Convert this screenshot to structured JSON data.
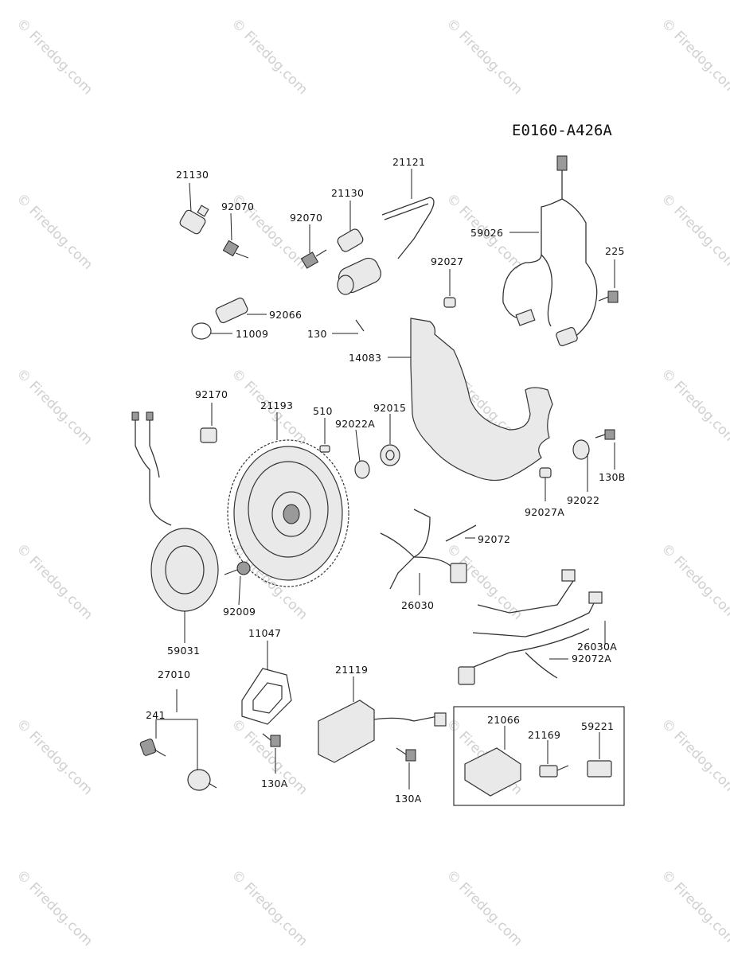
{
  "diagram_code": "E0160-A426A",
  "watermark_text": "© Firedog.com",
  "labels": {
    "p21130a": "21130",
    "p92070a": "92070",
    "p92070b": "92070",
    "p21130b": "21130",
    "p21121": "21121",
    "p59026": "59026",
    "p225": "225",
    "p92027": "92027",
    "p92066": "92066",
    "p11009": "11009",
    "p130": "130",
    "p14083": "14083",
    "p92170": "92170",
    "p21193": "21193",
    "p510": "510",
    "p92022A": "92022A",
    "p92015": "92015",
    "p130B": "130B",
    "p92022": "92022",
    "p92027A": "92027A",
    "p92072": "92072",
    "p26030": "26030",
    "p92009": "92009",
    "p59031": "59031",
    "p26030A": "26030A",
    "p92072A": "92072A",
    "p11047": "11047",
    "p27010": "27010",
    "p21119": "21119",
    "p241": "241",
    "p21066": "21066",
    "p21169": "21169",
    "p59221": "59221",
    "p130A_1": "130A",
    "p130A_2": "130A"
  }
}
